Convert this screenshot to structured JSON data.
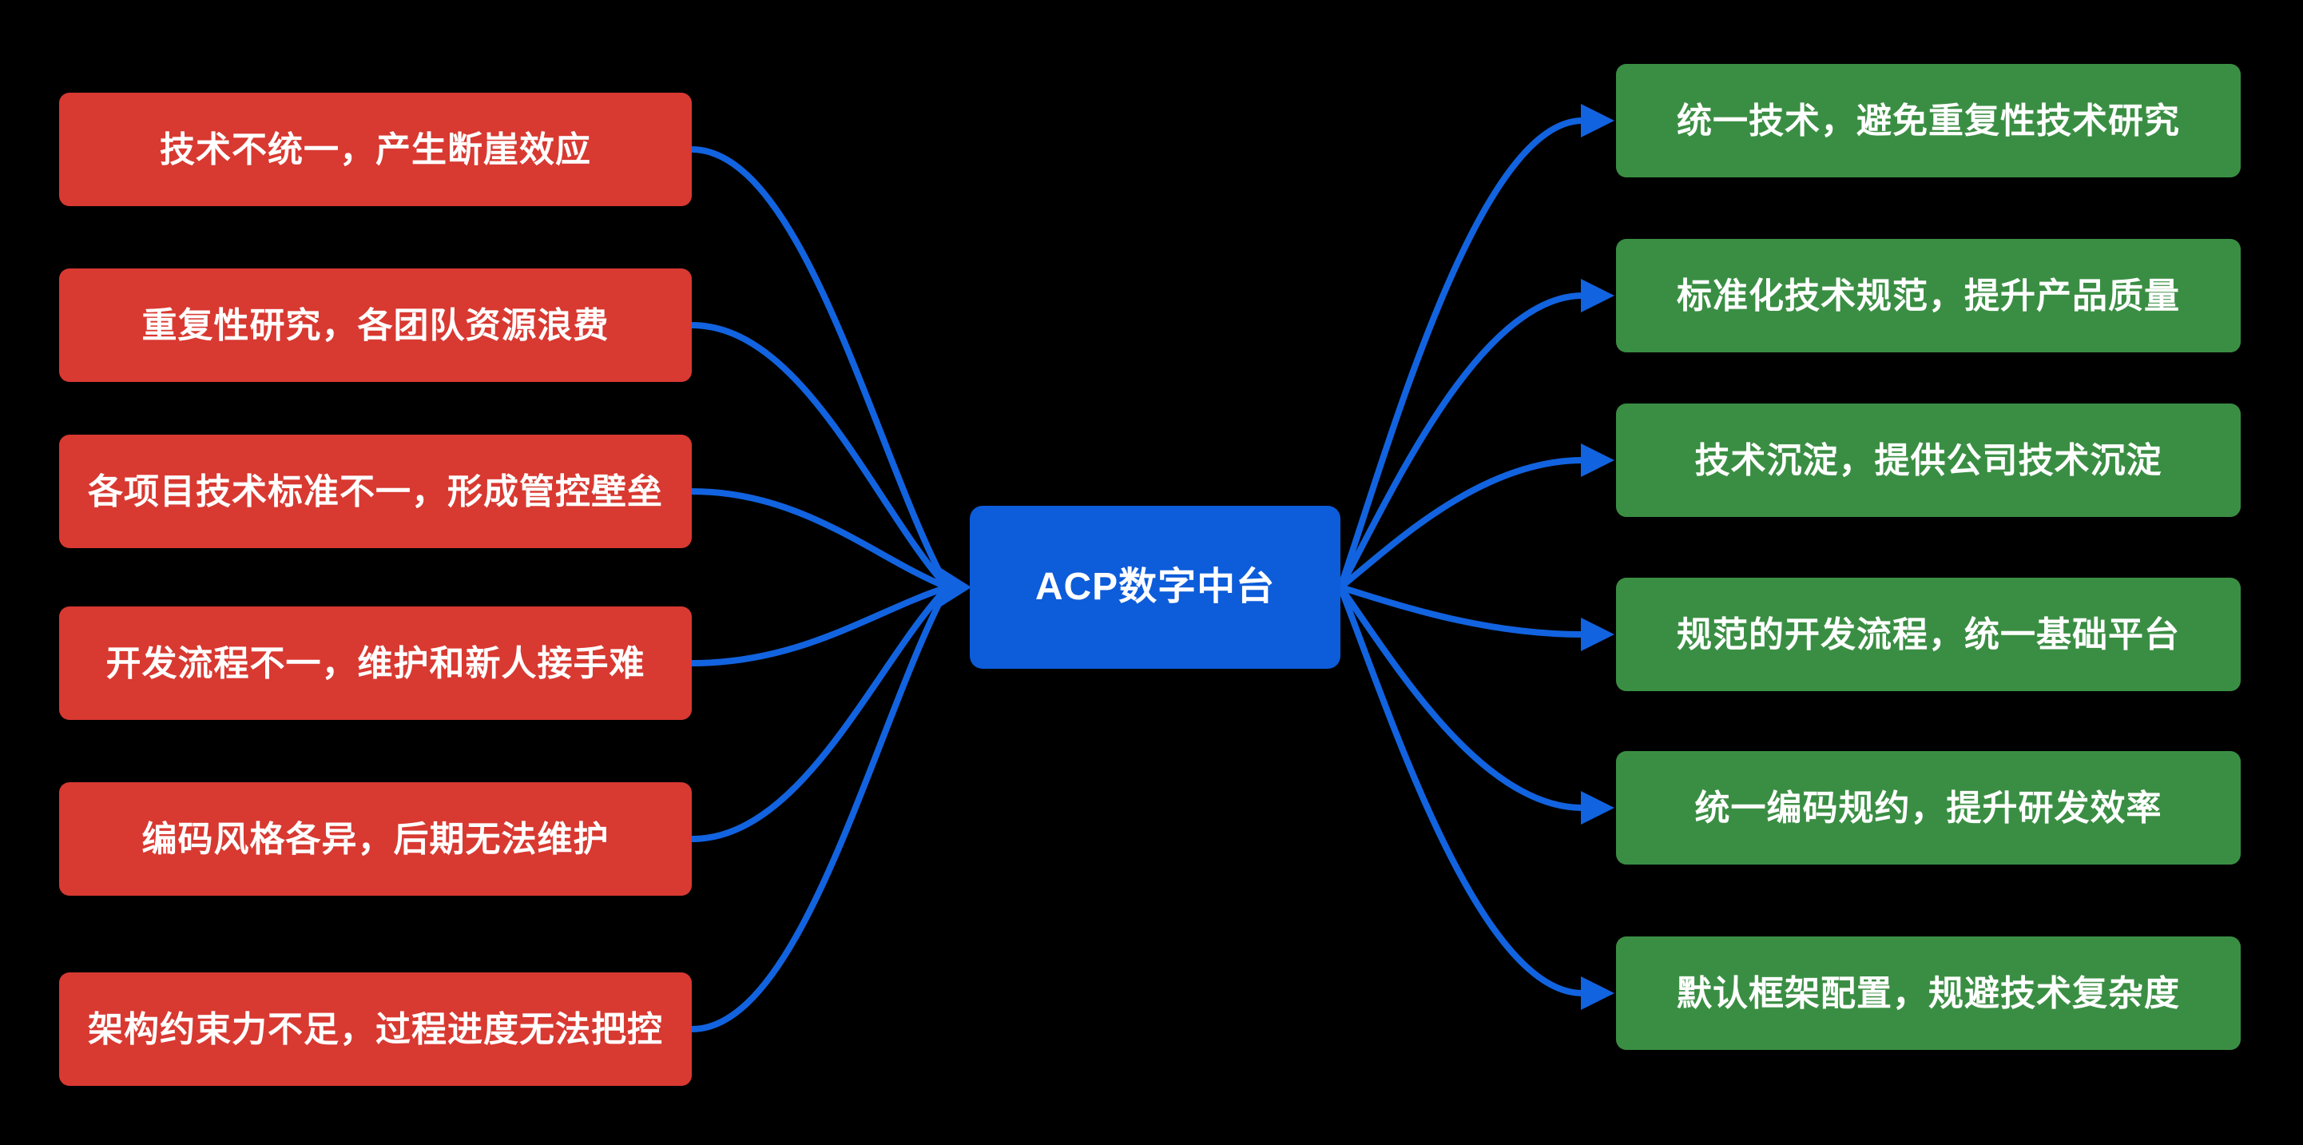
{
  "colors": {
    "background": "#000000",
    "problem_box": "#d83931",
    "benefit_box": "#3a8e43",
    "center_box": "#0d5cd9",
    "connector": "#1263e0",
    "text": "#ffffff"
  },
  "diagram": {
    "center": {
      "label": "ACP数字中台"
    },
    "problems": [
      {
        "label": "技术不统一，产生断崖效应"
      },
      {
        "label": "重复性研究，各团队资源浪费"
      },
      {
        "label": "各项目技术标准不一，形成管控壁垒"
      },
      {
        "label": "开发流程不一，维护和新人接手难"
      },
      {
        "label": "编码风格各异，后期无法维护"
      },
      {
        "label": "架构约束力不足，过程进度无法把控"
      }
    ],
    "benefits": [
      {
        "label": "统一技术，避免重复性技术研究"
      },
      {
        "label": "标准化技术规范，提升产品质量"
      },
      {
        "label": "技术沉淀，提供公司技术沉淀"
      },
      {
        "label": "规范的开发流程，统一基础平台"
      },
      {
        "label": "统一编码规约，提升研发效率"
      },
      {
        "label": "默认框架配置，规避技术复杂度"
      }
    ]
  }
}
